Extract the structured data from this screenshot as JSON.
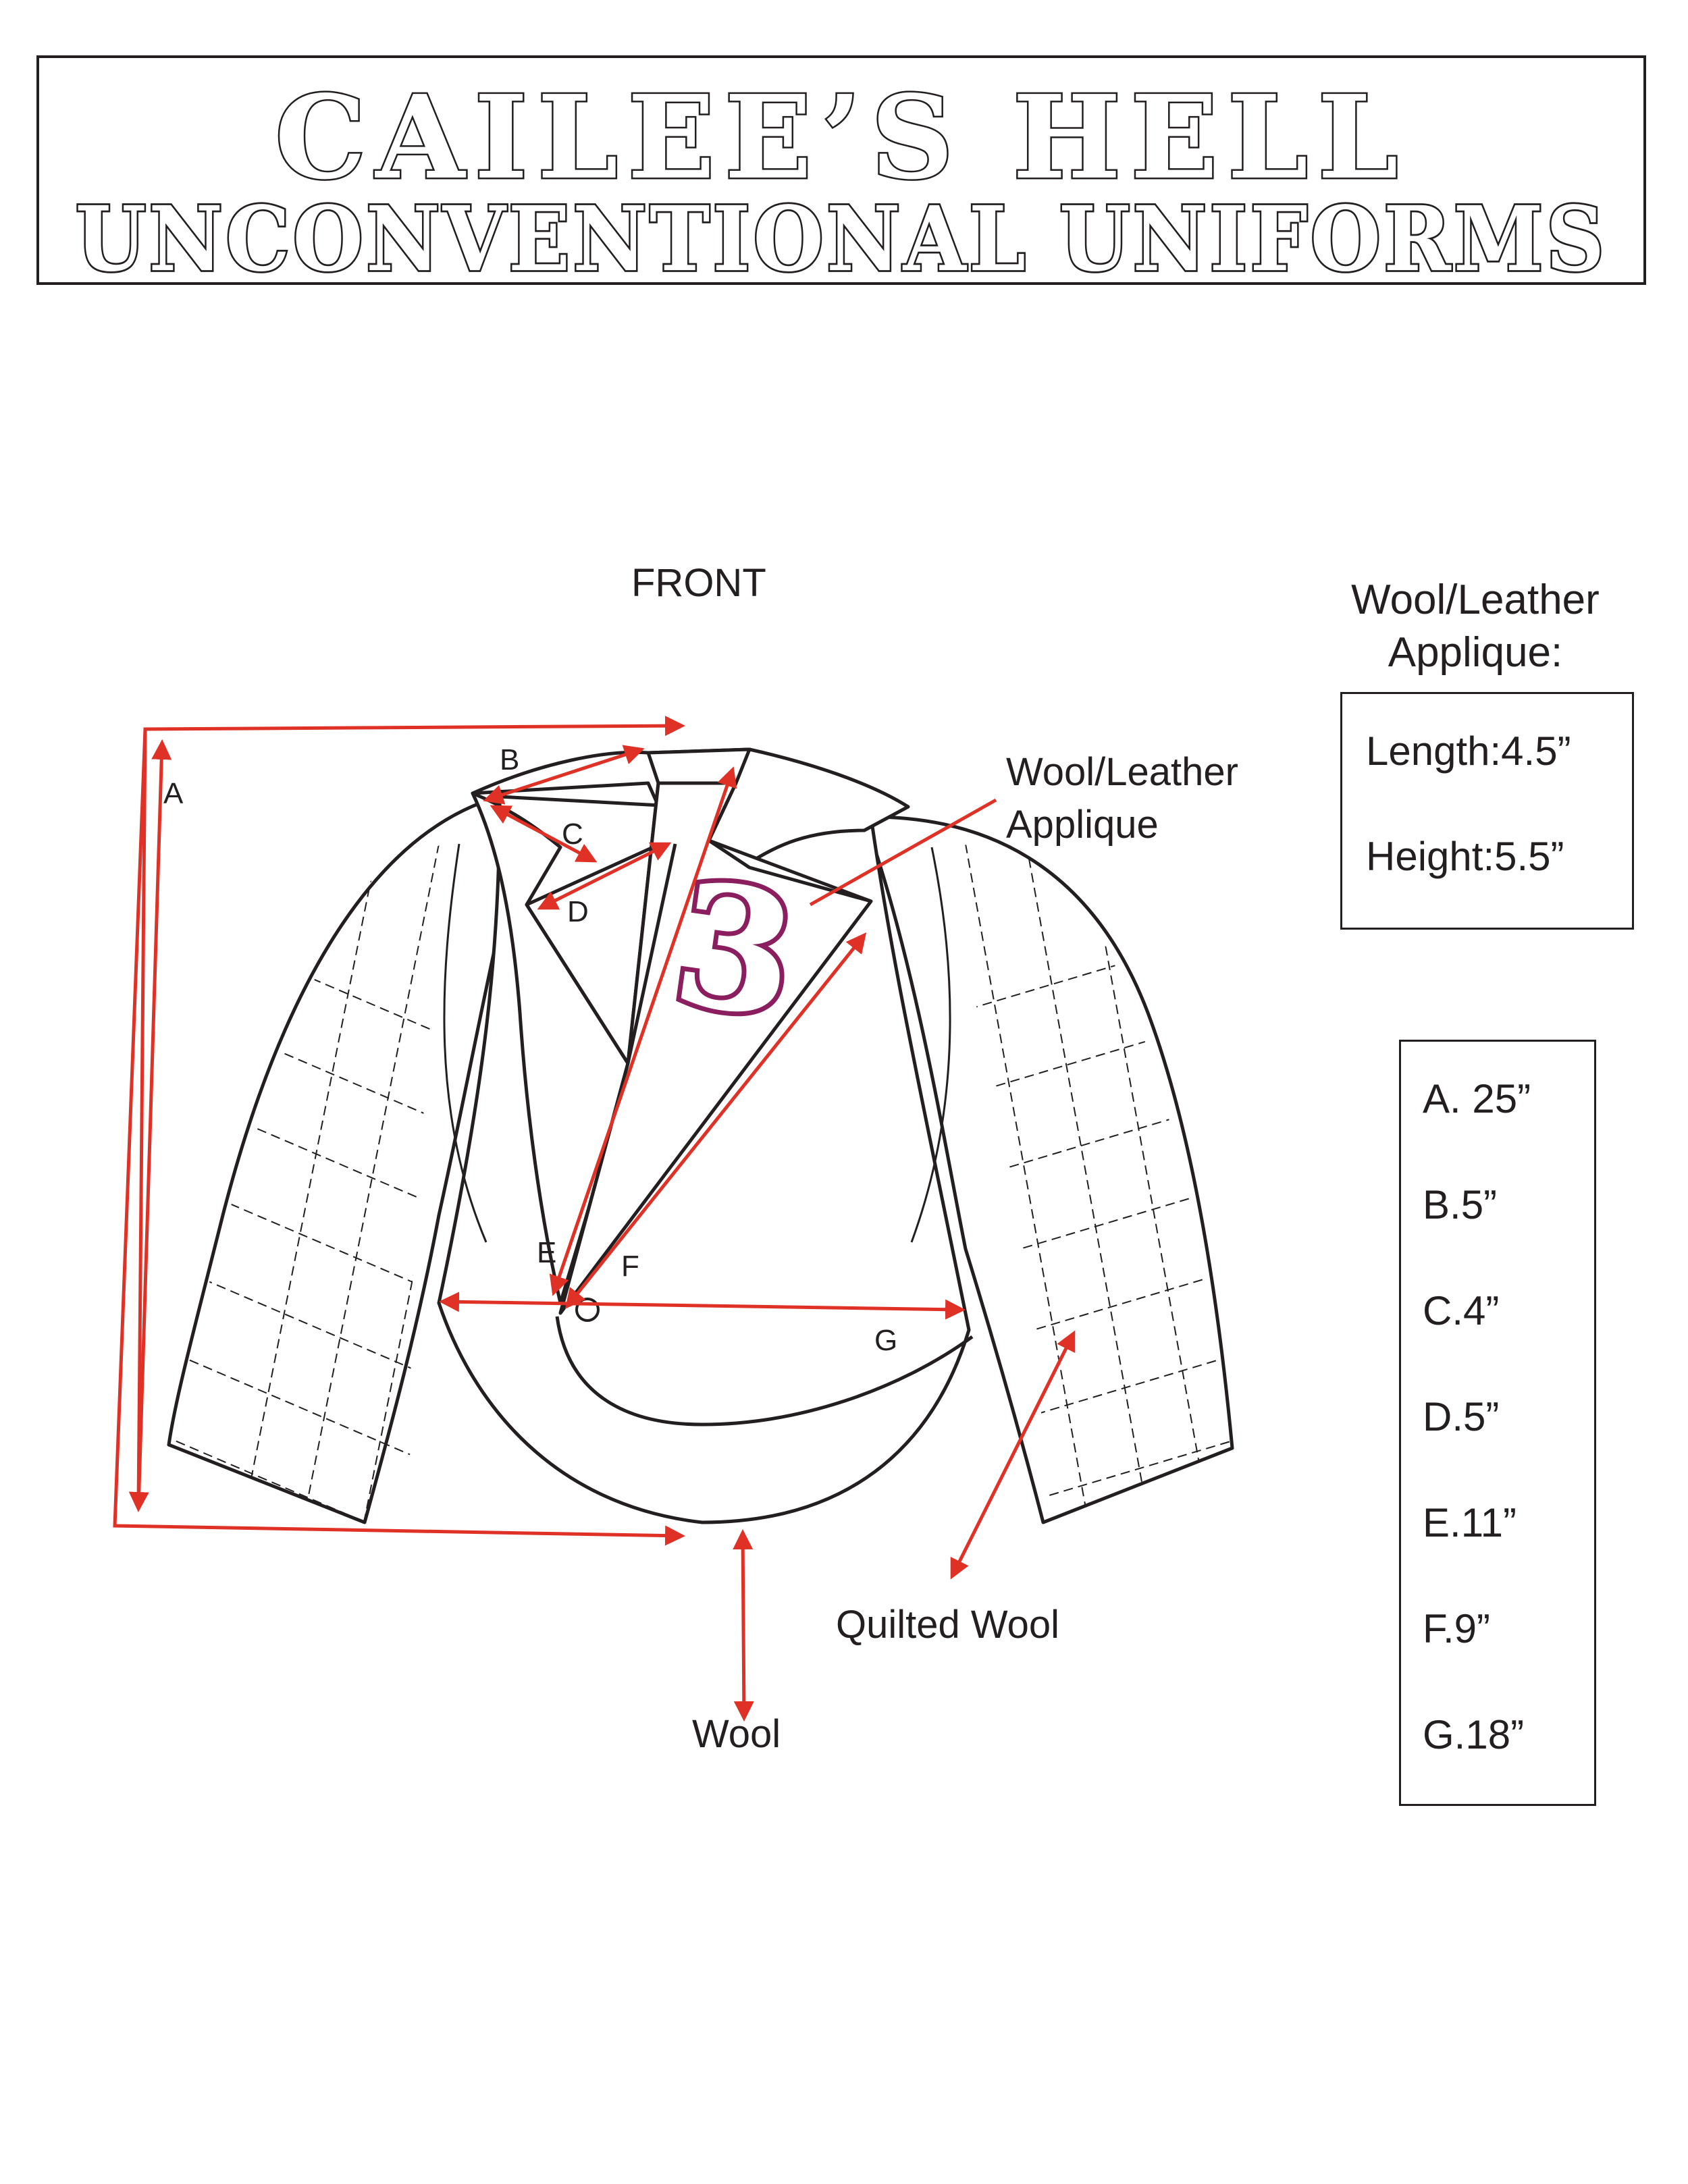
{
  "header": {
    "title": "CAILEE’S HELL",
    "subtitle": "UNCONVENTIONAL UNIFORMS"
  },
  "view_label": "FRONT",
  "applique_spec": {
    "title": "Wool/Leather Applique:",
    "length": "Length:4.5”",
    "height": "Height:5.5”"
  },
  "callouts": {
    "applique": "Wool/Leather\nApplique",
    "quilted_wool": "Quilted Wool",
    "wool": "Wool"
  },
  "patch_number": "3",
  "dimension_letters": {
    "a": "A",
    "b": "B",
    "c": "C",
    "d": "D",
    "e": "E",
    "f": "F",
    "g": "G"
  },
  "measurements": [
    {
      "key": "A",
      "text": "A. 25”"
    },
    {
      "key": "B",
      "text": "B.5”"
    },
    {
      "key": "C",
      "text": "C.4”"
    },
    {
      "key": "D",
      "text": "D.5”"
    },
    {
      "key": "E",
      "text": "E.11”"
    },
    {
      "key": "F",
      "text": "F.9”"
    },
    {
      "key": "G",
      "text": "G.18”"
    }
  ],
  "colors": {
    "outline": "#231f20",
    "dimension_arrow": "#e03127",
    "patch": "#8b1e5e"
  }
}
